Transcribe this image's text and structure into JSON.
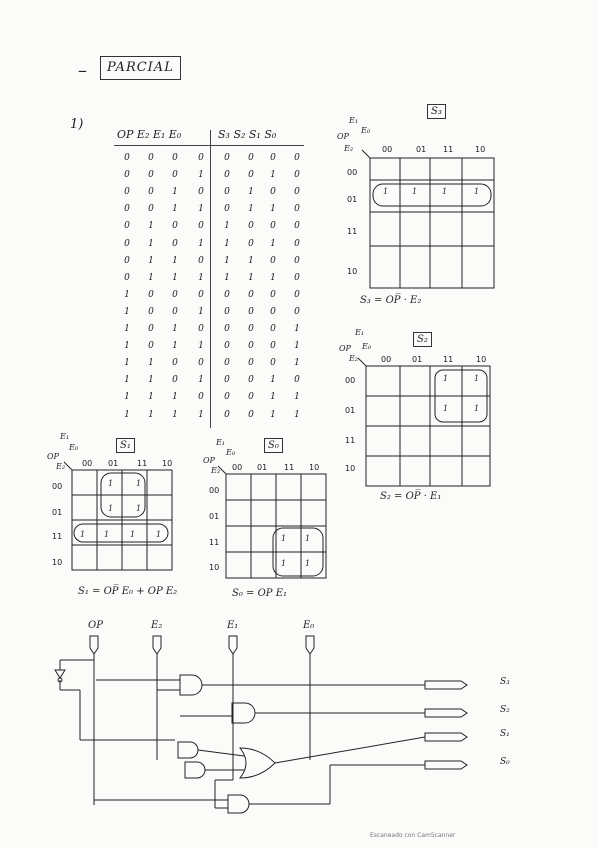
{
  "title": {
    "dash": "–",
    "label": "PARCIAL"
  },
  "question_label": "1)",
  "truth_table": {
    "headers_inputs": "OP  E₂  E₁  E₀",
    "headers_outputs": "S₃  S₂  S₁  S₀",
    "rows": [
      [
        "0",
        "0",
        "0",
        "0",
        "0",
        "0",
        "0",
        "0"
      ],
      [
        "0",
        "0",
        "0",
        "1",
        "0",
        "0",
        "1",
        "0"
      ],
      [
        "0",
        "0",
        "1",
        "0",
        "0",
        "1",
        "0",
        "0"
      ],
      [
        "0",
        "0",
        "1",
        "1",
        "0",
        "1",
        "1",
        "0"
      ],
      [
        "0",
        "1",
        "0",
        "0",
        "1",
        "0",
        "0",
        "0"
      ],
      [
        "0",
        "1",
        "0",
        "1",
        "1",
        "0",
        "1",
        "0"
      ],
      [
        "0",
        "1",
        "1",
        "0",
        "1",
        "1",
        "0",
        "0"
      ],
      [
        "0",
        "1",
        "1",
        "1",
        "1",
        "1",
        "1",
        "0"
      ],
      [
        "1",
        "0",
        "0",
        "0",
        "0",
        "0",
        "0",
        "0"
      ],
      [
        "1",
        "0",
        "0",
        "1",
        "0",
        "0",
        "0",
        "0"
      ],
      [
        "1",
        "0",
        "1",
        "0",
        "0",
        "0",
        "0",
        "1"
      ],
      [
        "1",
        "0",
        "1",
        "1",
        "0",
        "0",
        "0",
        "1"
      ],
      [
        "1",
        "1",
        "0",
        "0",
        "0",
        "0",
        "0",
        "1"
      ],
      [
        "1",
        "1",
        "0",
        "1",
        "0",
        "0",
        "1",
        "0"
      ],
      [
        "1",
        "1",
        "1",
        "0",
        "0",
        "0",
        "1",
        "1"
      ],
      [
        "1",
        "1",
        "1",
        "1",
        "0",
        "0",
        "1",
        "1"
      ]
    ]
  },
  "kmaps": {
    "s3": {
      "title": "S₃",
      "corner_top": "E₁",
      "corner_mid": "E₀",
      "corner_left": "OP",
      "corner_bottom": "E₂",
      "col_labels": [
        "00",
        "01",
        "11",
        "10"
      ],
      "row_labels": [
        "00",
        "01",
        "11",
        "10"
      ],
      "ones": [
        "1",
        "1",
        "1",
        "1"
      ],
      "equation": "S₃ = OP̅ · E₂"
    },
    "s2": {
      "title": "S₂",
      "corner_top": "E₁",
      "corner_mid": "E₀",
      "corner_left": "OP",
      "corner_bottom": "E₂",
      "col_labels": [
        "00",
        "01",
        "11",
        "10"
      ],
      "row_labels": [
        "00",
        "01",
        "11",
        "10"
      ],
      "ones": [
        "1",
        "1",
        "1",
        "1"
      ],
      "equation": "S₂ = OP̅ · E₁"
    },
    "s1": {
      "title": "S₁",
      "corner_top": "E₁",
      "corner_mid": "E₀",
      "corner_left": "OP",
      "corner_bottom": "E₂",
      "col_labels": [
        "00",
        "01",
        "11",
        "10"
      ],
      "row_labels": [
        "00",
        "01",
        "11",
        "10"
      ],
      "ones": [
        "1",
        "1",
        "1",
        "1",
        "1",
        "1",
        "1",
        "1"
      ],
      "equation": "S₁ = OP̅ E₀ + OP E₂"
    },
    "s0": {
      "title": "S₀",
      "corner_top": "E₁",
      "corner_mid": "E₀",
      "corner_left": "OP",
      "corner_bottom": "E₂",
      "col_labels": [
        "00",
        "01",
        "11",
        "10"
      ],
      "row_labels": [
        "00",
        "01",
        "11",
        "10"
      ],
      "ones": [
        "1",
        "1",
        "1",
        "1"
      ],
      "equation": "S₀ = OP E₁"
    }
  },
  "circuit": {
    "inputs": [
      "OP",
      "E₂",
      "E₁",
      "E₀"
    ],
    "outputs": [
      "S₃",
      "S₂",
      "S₁",
      "S₀"
    ]
  },
  "footer": "Escaneado con CamScanner"
}
